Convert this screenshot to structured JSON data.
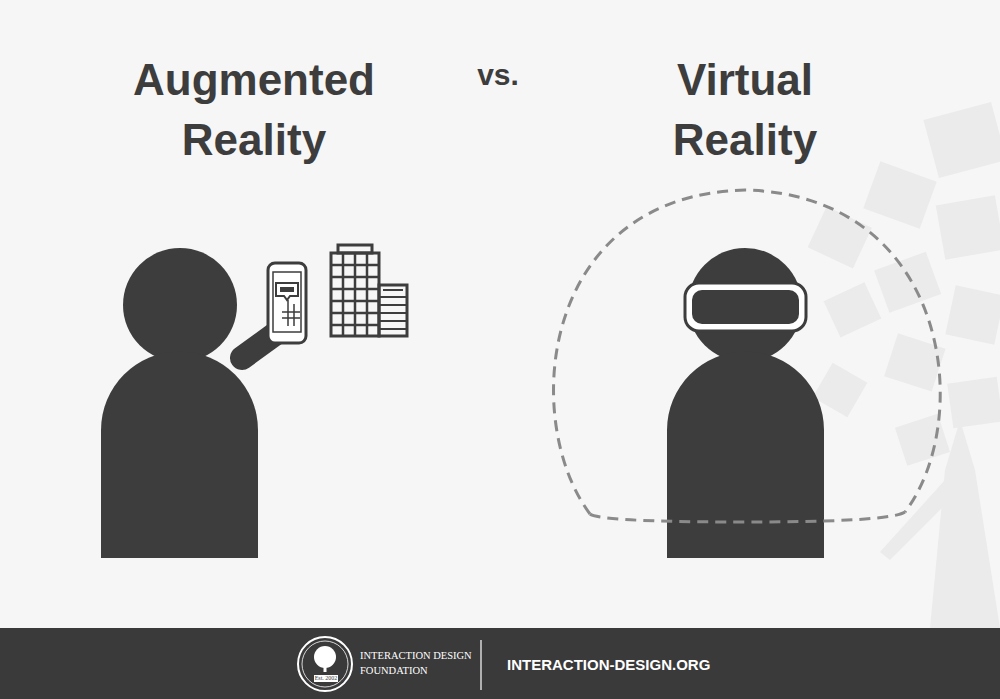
{
  "diagram": {
    "labels": [
      "Augmented Reality",
      "vs.",
      "Virtual Reality",
      "INTERACTION DESIGN FOUNDATION",
      "Est. 2002",
      "INTERACTION-DESIGN.ORG"
    ]
  }
}
